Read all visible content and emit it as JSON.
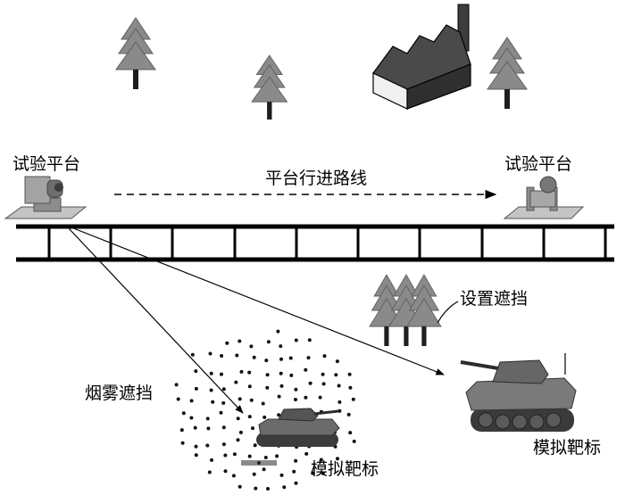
{
  "labels": {
    "platform_left": "试验平台",
    "platform_right": "试验平台",
    "route": "平台行进路线",
    "obstacle": "设置遮挡",
    "smoke": "烟雾遮挡",
    "target_left": "模拟靶标",
    "target_right": "模拟靶标"
  },
  "icons": {
    "tree": "tree-icon",
    "factory": "factory-icon",
    "platform": "test-platform-icon",
    "tank": "tank-icon"
  },
  "colors": {
    "line": "#000000",
    "object_fill": "#8a8a8a"
  }
}
